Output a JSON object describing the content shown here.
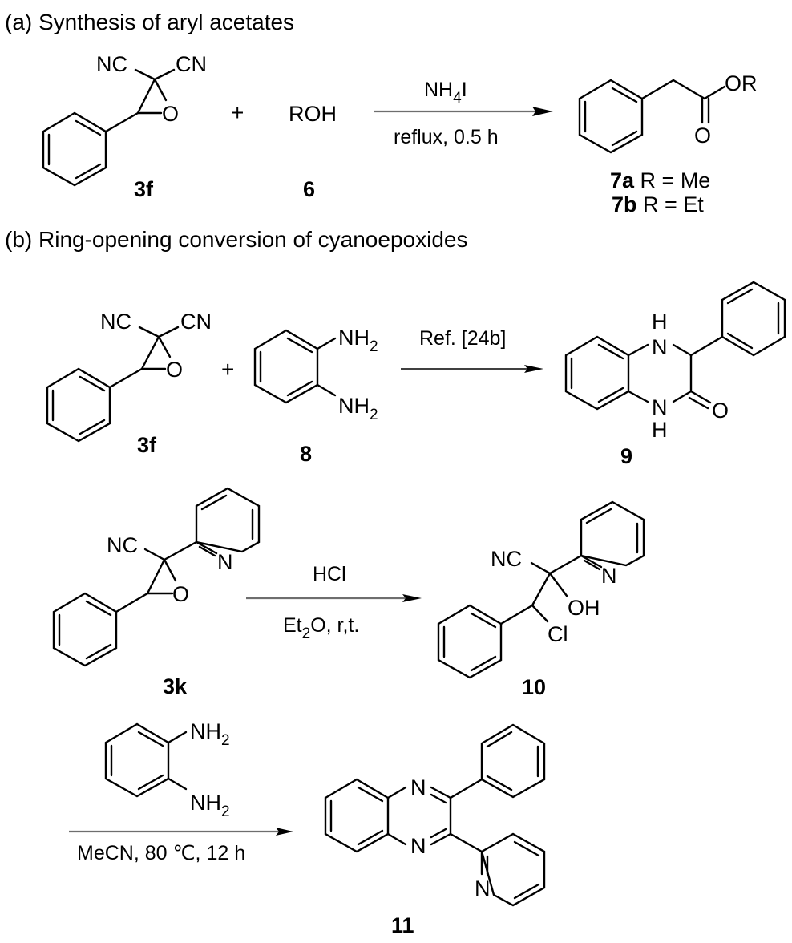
{
  "sections": {
    "a_heading": "(a) Synthesis of aryl acetates",
    "b_heading": "(b) Ring-opening conversion of cyanoepoxides"
  },
  "reaction_a": {
    "reactant1": {
      "label": "3f",
      "groups": [
        "NC",
        "CN",
        "O"
      ]
    },
    "plus": "+",
    "reactant2": {
      "formula": "ROH",
      "label": "6"
    },
    "reagent": {
      "main": "NH",
      "sub": "4",
      "tail": "I"
    },
    "conditions": "reflux, 0.5 h",
    "product": {
      "groups": [
        "OR",
        "O"
      ],
      "labels": [
        {
          "id": "7a",
          "text": " R = Me"
        },
        {
          "id": "7b",
          "text": " R = Et"
        }
      ]
    }
  },
  "reaction_b1": {
    "reactant1": {
      "label": "3f",
      "groups": [
        "NC",
        "CN",
        "O"
      ]
    },
    "plus": "+",
    "reactant2": {
      "label": "8",
      "groups": [
        {
          "main": "NH",
          "sub": "2"
        },
        {
          "main": "NH",
          "sub": "2"
        }
      ]
    },
    "reagent": "Ref. [24b]",
    "product": {
      "label": "9",
      "groups": [
        "N",
        "H",
        "N",
        "H",
        "O"
      ]
    }
  },
  "reaction_b2": {
    "reactant": {
      "label": "3k",
      "groups": [
        "NC",
        "N",
        "O"
      ]
    },
    "reagent": "HCl",
    "conditions": {
      "main": "Et",
      "sub": "2",
      "tail": "O, r,t."
    },
    "product": {
      "label": "10",
      "groups": [
        "NC",
        "N",
        "OH",
        "Cl"
      ]
    }
  },
  "reaction_b3": {
    "reagent": {
      "groups": [
        {
          "main": "NH",
          "sub": "2"
        },
        {
          "main": "NH",
          "sub": "2"
        }
      ]
    },
    "conditions": "MeCN, 80 ℃, 12 h",
    "product": {
      "label": "11",
      "groups": [
        "N",
        "N",
        "N"
      ]
    }
  }
}
